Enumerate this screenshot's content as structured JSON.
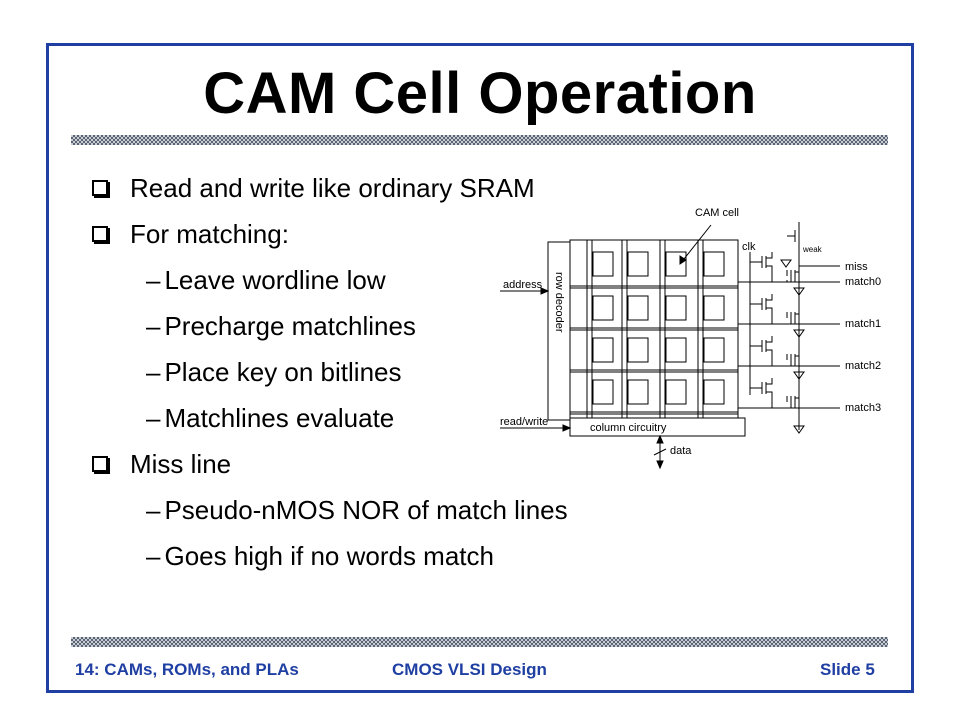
{
  "slide": {
    "title": "CAM Cell Operation",
    "bullets": [
      {
        "level": 1,
        "text": "Read and write like ordinary SRAM"
      },
      {
        "level": 1,
        "text": "For matching:"
      },
      {
        "level": 2,
        "text": "Leave wordline low"
      },
      {
        "level": 2,
        "text": "Precharge matchlines"
      },
      {
        "level": 2,
        "text": "Place key on bitlines"
      },
      {
        "level": 2,
        "text": "Matchlines evaluate"
      },
      {
        "level": 1,
        "text": "Miss line"
      },
      {
        "level": 2,
        "text": "Pseudo-nMOS NOR of match lines"
      },
      {
        "level": 2,
        "text": "Goes high if no words match"
      }
    ],
    "dash_glyph": "–",
    "footer": {
      "left": "14: CAMs, ROMs, and PLAs",
      "center": "CMOS VLSI Design",
      "right": "Slide 5"
    },
    "colors": {
      "frame": "#1f3fa3",
      "footer_text": "#1f3fa3",
      "text": "#000000"
    }
  },
  "diagram": {
    "labels": {
      "cam_cell": "CAM cell",
      "clk": "clk",
      "weak": "weak",
      "miss": "miss",
      "address": "address",
      "row_decoder": "row decoder",
      "column_circuitry": "column circuitry",
      "read_write": "read/write",
      "data": "data",
      "match0": "match0",
      "match1": "match1",
      "match2": "match2",
      "match3": "match3"
    }
  }
}
